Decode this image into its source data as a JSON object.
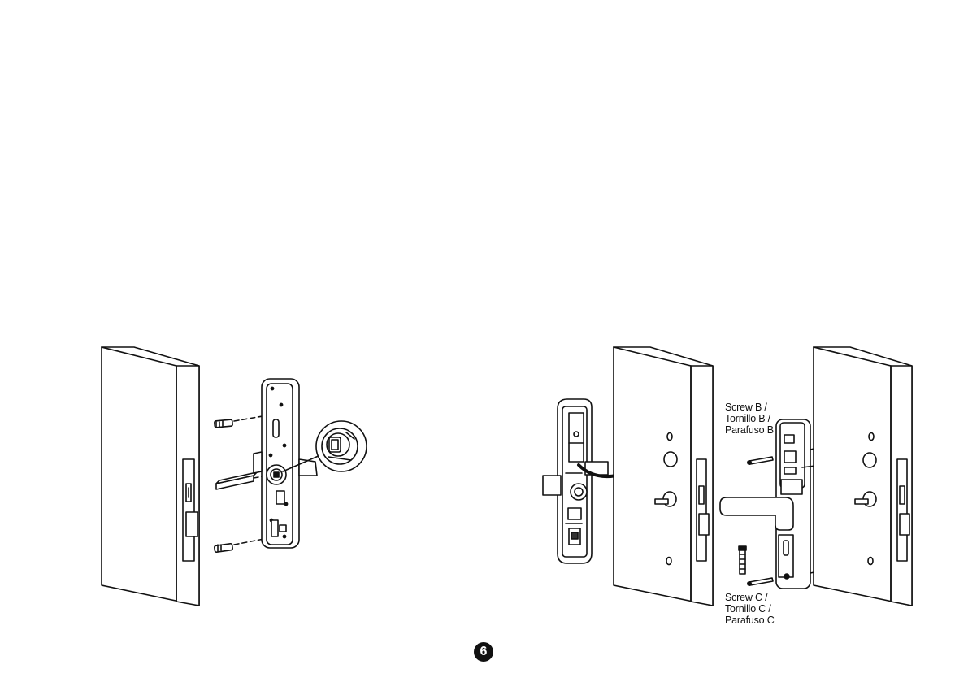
{
  "labels": {
    "screw_b": [
      "Screw B /",
      "Tornillo B /",
      "Parafuso B"
    ],
    "screw_c": [
      "Screw C /",
      "Tornillo C /",
      "Parafuso C"
    ]
  },
  "page_number": "6",
  "colors": {
    "line": "#111111",
    "fill": "#ffffff",
    "shade": "#e6e6e6",
    "dark": "#333333"
  }
}
